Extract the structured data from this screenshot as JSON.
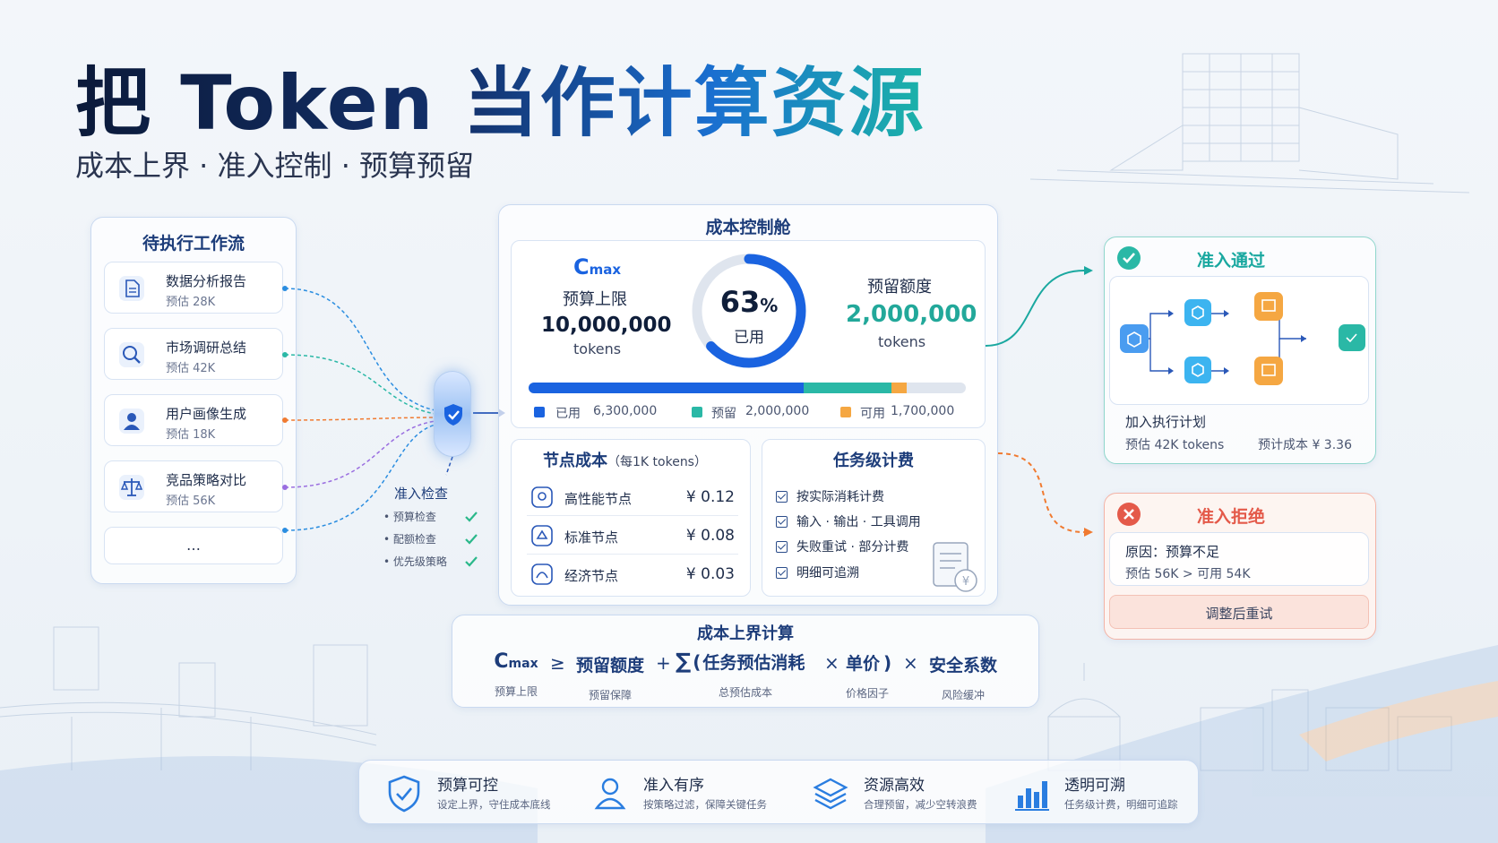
{
  "title": "把 Token 当作计算资源",
  "subtitle": "成本上界 · 准入控制 · 预算预留",
  "workflow": {
    "title": "待执行工作流",
    "items": [
      {
        "name": "数据分析报告",
        "estimate": "预估 28K",
        "icon": "document-icon"
      },
      {
        "name": "市场调研总结",
        "estimate": "预估 42K",
        "icon": "search-icon"
      },
      {
        "name": "用户画像生成",
        "estimate": "预估 18K",
        "icon": "user-profile-icon"
      },
      {
        "name": "竞品策略对比",
        "estimate": "预估 56K",
        "icon": "scale-icon"
      }
    ],
    "more": "…"
  },
  "admission_check": {
    "title": "准入检查",
    "items": [
      "• 预算检查",
      "• 配额检查",
      "• 优先级策略"
    ]
  },
  "cockpit": {
    "title": "成本控制舱",
    "cmax_symbol": "C",
    "cmax_sub": "max",
    "budget_label": "预算上限",
    "budget_value": "10,000,000",
    "budget_unit": "tokens",
    "gauge_percent": "63",
    "gauge_pct_sign": "%",
    "gauge_label": "已用",
    "gauge_value": 0.63,
    "reserve_label": "预留额度",
    "reserve_value": "2,000,000",
    "reserve_unit": "tokens",
    "bar": {
      "used": 6300000,
      "reserved": 2000000,
      "available": 1700000,
      "total": 10000000,
      "colors": {
        "used": "#1a63e0",
        "reserved": "#2ab8a6",
        "available": "#f5a742"
      }
    },
    "legend": [
      {
        "label": "已用",
        "value": "6,300,000"
      },
      {
        "label": "预留",
        "value": "2,000,000"
      },
      {
        "label": "可用",
        "value": "1,700,000"
      }
    ]
  },
  "node_cost": {
    "title": "节点成本",
    "title_note": "（每1K tokens）",
    "rows": [
      {
        "name": "高性能节点",
        "price": "¥ 0.12",
        "icon": "high-performance-node-icon"
      },
      {
        "name": "标准节点",
        "price": "¥ 0.08",
        "icon": "standard-node-icon"
      },
      {
        "name": "经济节点",
        "price": "¥ 0.03",
        "icon": "economy-node-icon"
      }
    ]
  },
  "task_billing": {
    "title": "任务级计费",
    "items": [
      "按实际消耗计费",
      "输入 · 输出 · 工具调用",
      "失败重试 · 部分计费",
      "明细可追溯"
    ],
    "icon": "invoice-icon"
  },
  "formula": {
    "title": "成本上界计算",
    "cmax": "C",
    "cmax_sub": "max",
    "geq": "≥",
    "reserve": "预留额度",
    "plus": "+",
    "sum": "∑",
    "open": "(",
    "task_est": "任务预估消耗",
    "times1": "×",
    "unit_price": "单价",
    "close": ")",
    "times2": "×",
    "safety": "安全系数",
    "captions": {
      "cmax": "预算上限",
      "reserve": "预留保障",
      "sum": "总预估成本",
      "unit_price": "价格因子",
      "safety": "风险缓冲"
    }
  },
  "admit_pass": {
    "title": "准入通过",
    "plan": "加入执行计划",
    "estimate": "预估 42K tokens",
    "cost": "预计成本 ¥ 3.36",
    "color": "#2ab8a6"
  },
  "admit_reject": {
    "title": "准入拒绝",
    "reason_label": "原因：",
    "reason": "预算不足",
    "detail": "预估 56K > 可用 54K",
    "retry": "调整后重试",
    "color": "#e45a4a"
  },
  "features": [
    {
      "title": "预算可控",
      "desc": "设定上界，守住成本底线",
      "icon": "shield-check-icon"
    },
    {
      "title": "准入有序",
      "desc": "按策略过滤，保障关键任务",
      "icon": "user-icon"
    },
    {
      "title": "资源高效",
      "desc": "合理预留，减少空转浪费",
      "icon": "layers-icon"
    },
    {
      "title": "透明可溯",
      "desc": "任务级计费，明细可追踪",
      "icon": "bar-chart-icon"
    }
  ]
}
